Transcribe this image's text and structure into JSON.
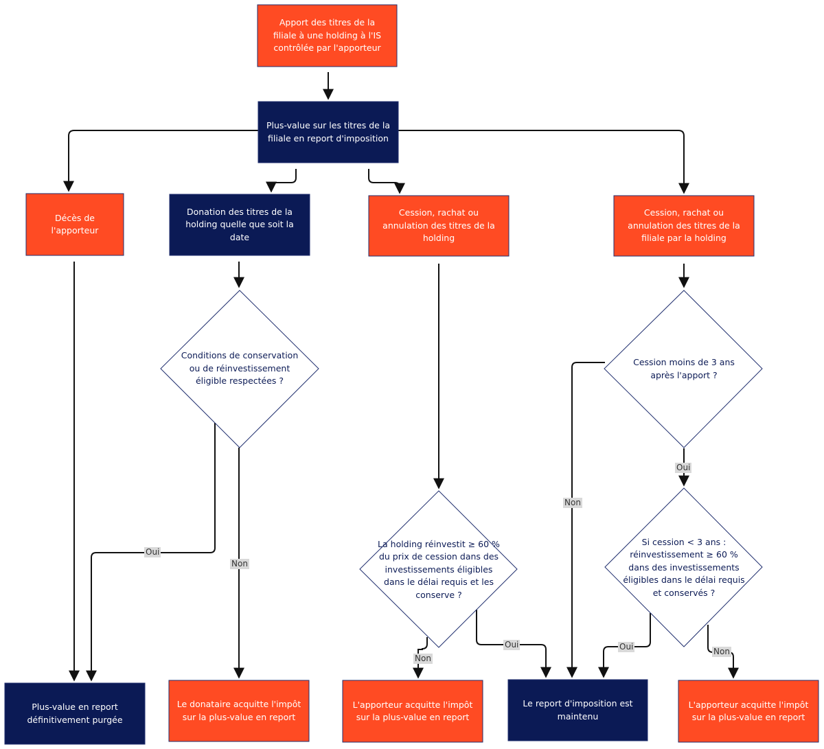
{
  "colors": {
    "orange": "#ff4b23",
    "navy": "#0b1a55",
    "diamond_stroke": "#1f2e6e",
    "edge": "#111111",
    "label_bg": "#d9d9d9"
  },
  "nodes": {
    "apport": "Apport des titres de la filiale à une holding à l'IS contrôlée par l'apporteur",
    "plus_value_report": "Plus-value sur les titres de la filiale en report d'imposition",
    "deces": "Décès de l'apporteur",
    "donation": "Donation des titres de la holding quelle que soit la date",
    "cession_holding": "Cession, rachat ou annulation des titres de la holding",
    "cession_filiale": "Cession, rachat ou annulation des titres de la filiale par la holding",
    "conditions": "Conditions de conservation ou de réinvestissement éligible respectées ?",
    "reinvest_holding": "La holding réinvestit ≥ 60 % du prix de cession dans des investissements éligibles dans le délai requis et les conserve ?",
    "cession_3ans": "Cession moins de 3 ans après l'apport ?",
    "si_cession": "Si cession < 3 ans : réinvestissement ≥ 60 % dans des investissements éligibles dans le délai requis et conservés ?",
    "purgee": "Plus-value en report définitivement purgée",
    "donataire": "Le donataire acquitte l'impôt sur la plus-value en report",
    "apporteur_1": "L'apporteur acquitte l'impôt sur la plus-value en report",
    "maintenu": "Le report d'imposition est maintenu",
    "apporteur_2": "L'apporteur acquitte l'impôt sur la plus-value en report"
  },
  "edge_labels": {
    "conditions_oui": "Oui",
    "conditions_non": "Non",
    "reinvest_non": "Non",
    "reinvest_oui": "Oui",
    "cession3_oui": "Oui",
    "cession3_non": "Non",
    "si_oui": "Oui",
    "si_non": "Non"
  }
}
